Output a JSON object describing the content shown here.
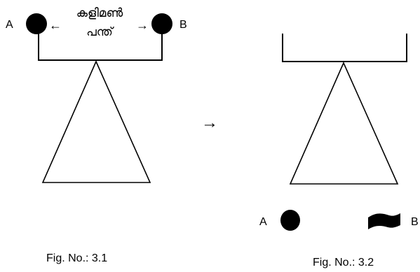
{
  "fig1": {
    "label_a": "A",
    "label_b": "B",
    "clay_ball_line1": "കളിമൺ",
    "clay_ball_line2": "പന്ത്",
    "left_arrow": "←",
    "right_arrow": "→",
    "caption": "Fig. No.: 3.1"
  },
  "transition_arrow": "→",
  "fig2": {
    "label_a": "A",
    "label_b": "B",
    "caption": "Fig. No.: 3.2"
  }
}
